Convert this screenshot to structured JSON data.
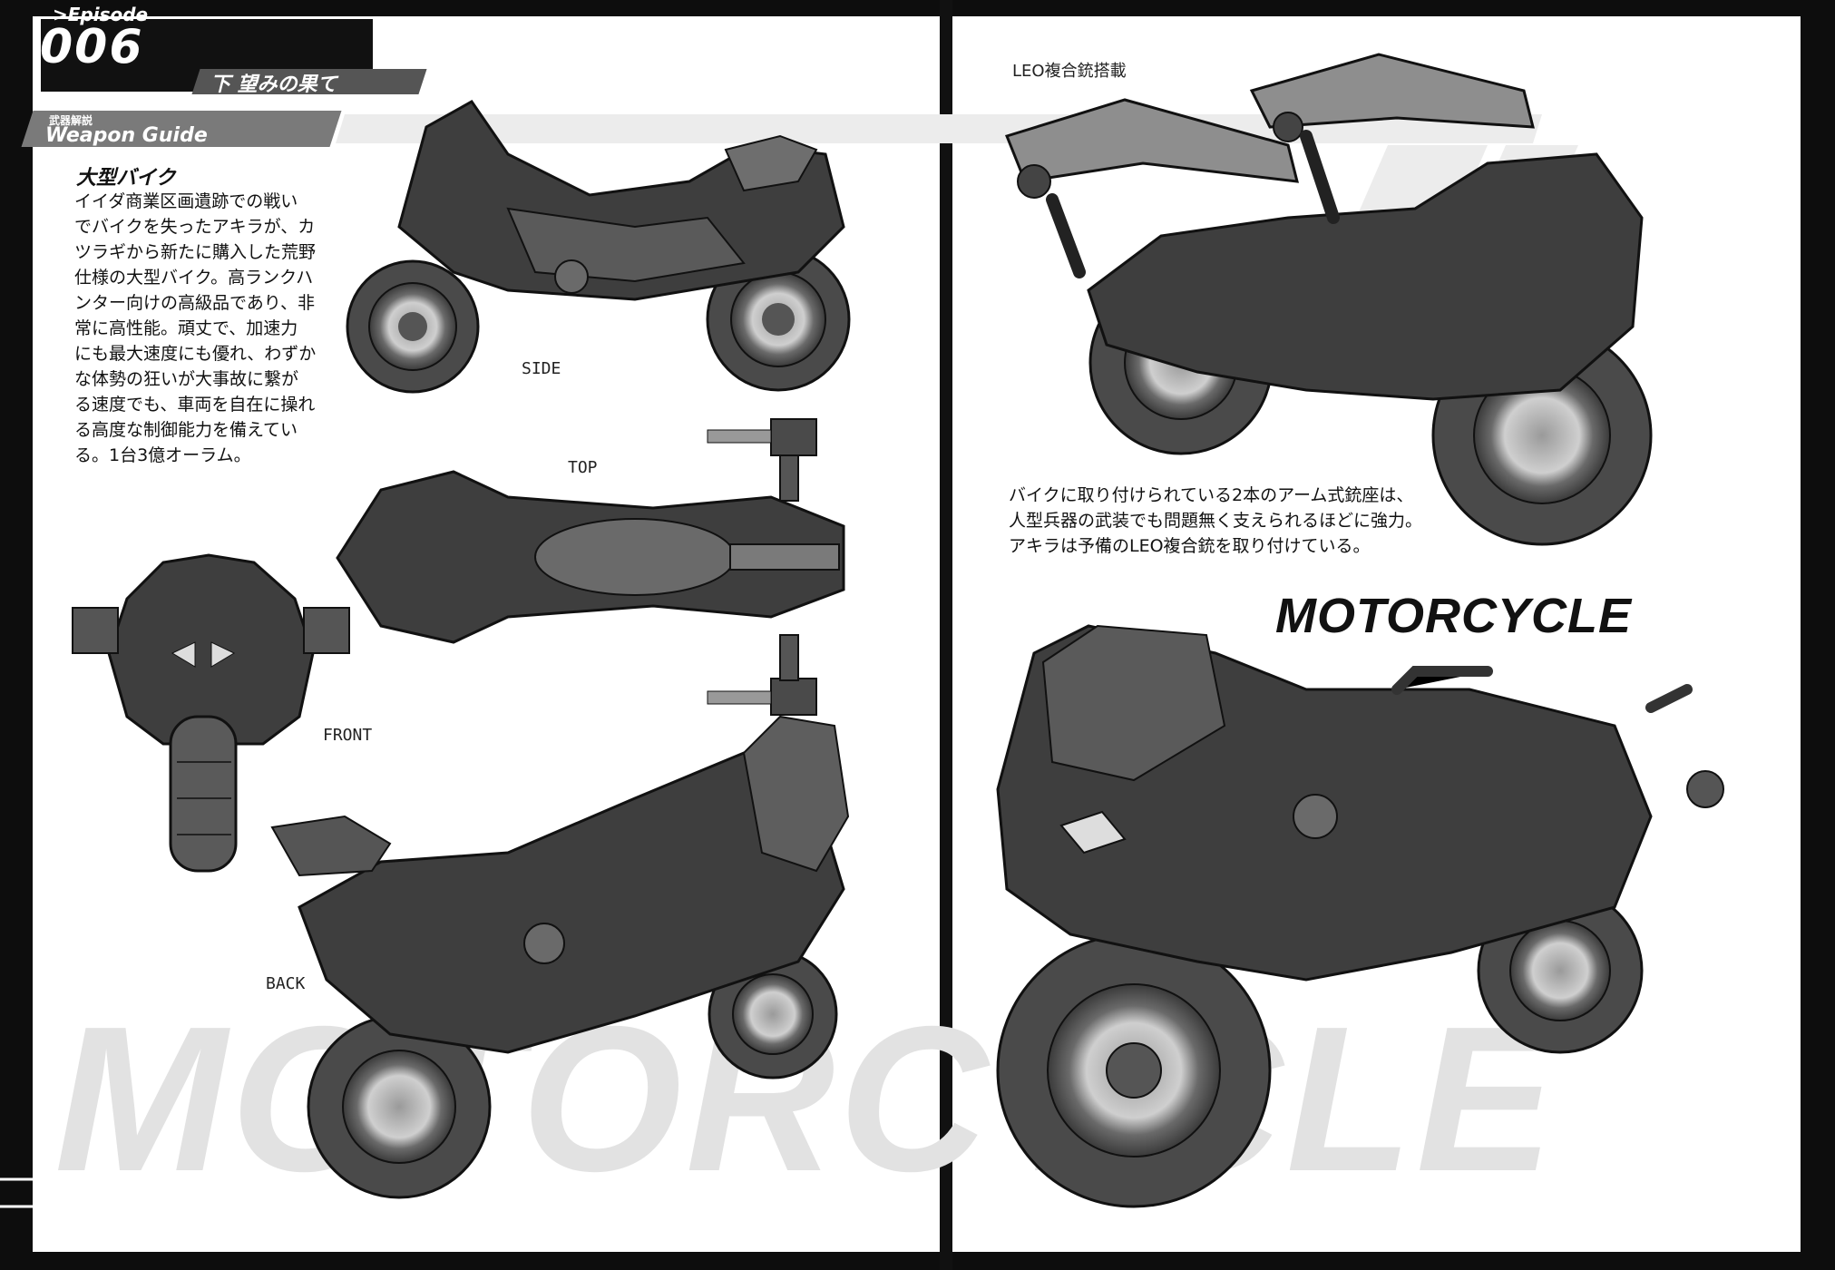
{
  "header": {
    "episode_label": ">Episode",
    "episode_number": "006",
    "subtitle": "下 望みの果て",
    "guide_jp": "武器解説",
    "guide_en": "Weapon Guide"
  },
  "left_page": {
    "title": "大型バイク",
    "body_lines": [
      "イイダ商業区画遺跡での戦い",
      "でバイクを失ったアキラが、カ",
      "ツラギから新たに購入した荒野",
      "仕様の大型バイク。高ランクハ",
      "ンター向けの高級品であり、非",
      "常に高性能。頑丈で、加速力",
      "にも最大速度にも優れ、わずか",
      "な体勢の狂いが大事故に繋が",
      "る速度でも、車両を自在に操れ",
      "る高度な制御能力を備えてい",
      "る。1台3億オーラム。"
    ],
    "view_labels": {
      "side": "SIDE",
      "top": "TOP",
      "front": "FRONT",
      "back": "BACK"
    }
  },
  "right_page": {
    "leo_label": "LEO複合銃搭載",
    "body_lines": [
      "バイクに取り付けられている2本のアーム式銃座は、",
      "人型兵器の武装でも問題無く支えられるほどに強力。",
      "アキラは予備のLEO複合銃を取り付けている。"
    ],
    "title": "MOTORCYCLE"
  },
  "background": {
    "watermark": "MOTORCYCLE"
  },
  "colors": {
    "frame": "#0d0d0d",
    "page": "#ffffff",
    "watermark": "#e2e2e2",
    "band_dark": "#555555",
    "band_light": "#7a7a7a"
  }
}
